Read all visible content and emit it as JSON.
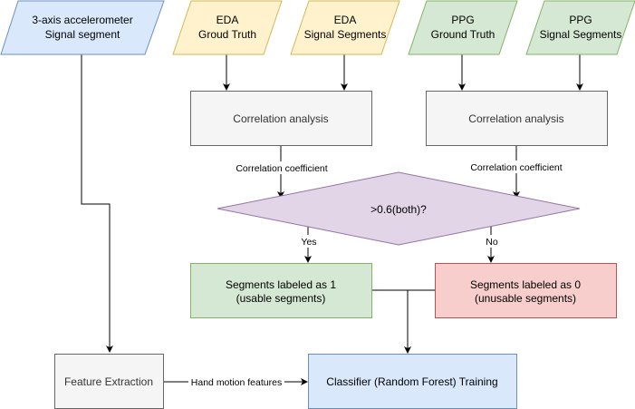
{
  "diagram": {
    "type": "flowchart",
    "nodes": {
      "accel": {
        "line1": "3-axis accelerometer",
        "line2": "Signal segment",
        "shape": "parallelogram",
        "fill": "#dae8fc",
        "stroke": "#6c8ebf"
      },
      "eda_gt": {
        "line1": "EDA",
        "line2": "Groud Truth",
        "shape": "parallelogram",
        "fill": "#fff2cc",
        "stroke": "#d6b656"
      },
      "eda_seg": {
        "line1": "EDA",
        "line2": "Signal Segments",
        "shape": "parallelogram",
        "fill": "#fff2cc",
        "stroke": "#d6b656"
      },
      "ppg_gt": {
        "line1": "PPG",
        "line2": "Ground Truth",
        "shape": "parallelogram",
        "fill": "#d5e8d4",
        "stroke": "#82b366"
      },
      "ppg_seg": {
        "line1": "PPG",
        "line2": "Signal Segments",
        "shape": "parallelogram",
        "fill": "#d5e8d4",
        "stroke": "#82b366"
      },
      "corr_eda": {
        "label": "Correlation analysis",
        "shape": "rectangle",
        "fill": "#f5f5f5",
        "stroke": "#666666"
      },
      "corr_ppg": {
        "label": "Correlation analysis",
        "shape": "rectangle",
        "fill": "#f5f5f5",
        "stroke": "#666666"
      },
      "decision": {
        "label": ">0.6(both)?",
        "shape": "diamond",
        "fill": "#e1d5e7",
        "stroke": "#9673a6"
      },
      "usable": {
        "line1": "Segments labeled as 1",
        "line2": "(usable segments)",
        "shape": "rectangle",
        "fill": "#d5e8d4",
        "stroke": "#82b366"
      },
      "unusable": {
        "line1": "Segments labeled as 0",
        "line2": "(unusable segments)",
        "shape": "rectangle",
        "fill": "#f8cecc",
        "stroke": "#b85450"
      },
      "feature": {
        "label": "Feature Extraction",
        "shape": "rectangle",
        "fill": "#f5f5f5",
        "stroke": "#666666"
      },
      "classifier": {
        "label": "Classifier (Random Forest) Training",
        "shape": "rectangle",
        "fill": "#dae8fc",
        "stroke": "#6c8ebf"
      }
    },
    "edges": {
      "corr_eda_to_decision": "Correlation coefficient",
      "corr_ppg_to_decision": "Correlation coefficient",
      "decision_yes": "Yes",
      "decision_no": "No",
      "feature_to_classifier": "Hand motion features"
    }
  }
}
